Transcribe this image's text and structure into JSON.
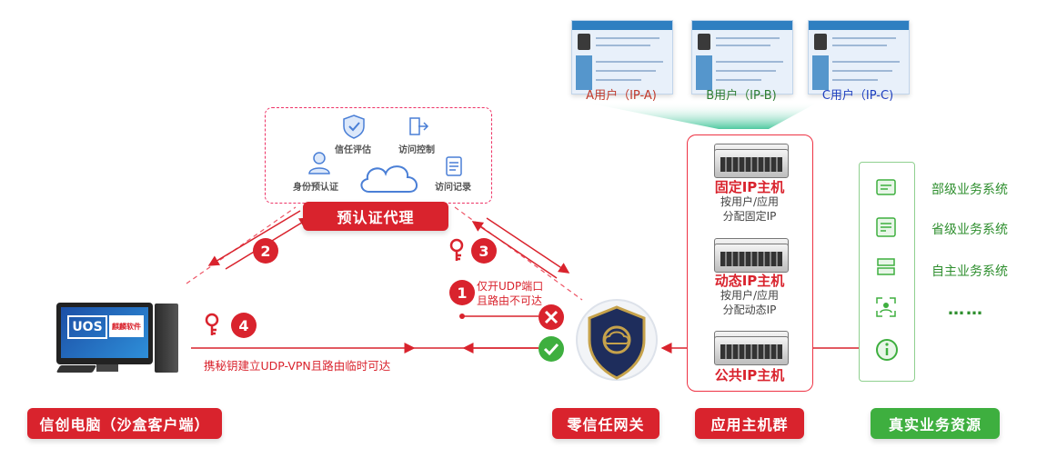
{
  "users": [
    {
      "label": "A用户（IP-A)",
      "color": "#c0392b"
    },
    {
      "label": "B用户（IP-B)",
      "color": "#2e7d32"
    },
    {
      "label": "C用户（IP-C)",
      "color": "#1f3fbf"
    }
  ],
  "proxy": {
    "title": "预认证代理",
    "items": [
      "信任评估",
      "访问控制",
      "身份预认证",
      "访问记录"
    ]
  },
  "steps": {
    "s1": "1",
    "s2": "2",
    "s3": "3",
    "s4": "4",
    "note1_line1": "仅开UDP端口",
    "note1_line2": "且路由不可达",
    "note4": "携秘钥建立UDP-VPN且路由临时可达"
  },
  "client": {
    "title": "信创电脑（沙盒客户端）",
    "os_badge": "UOS",
    "brand_badge": "麒麟软件"
  },
  "gateway": {
    "title": "零信任网关"
  },
  "hosts": {
    "title": "应用主机群",
    "fixed_title": "固定IP主机",
    "fixed_desc1": "按用户/应用",
    "fixed_desc2": "分配固定IP",
    "dynamic_title": "动态IP主机",
    "dynamic_desc1": "按用户/应用",
    "dynamic_desc2": "分配动态IP",
    "public_title": "公共IP主机"
  },
  "business": {
    "title": "真实业务资源",
    "items": [
      "部级业务系统",
      "省级业务系统",
      "自主业务系统",
      "……"
    ]
  },
  "colors": {
    "red": "#d9232d",
    "green": "#3eaf3f"
  }
}
